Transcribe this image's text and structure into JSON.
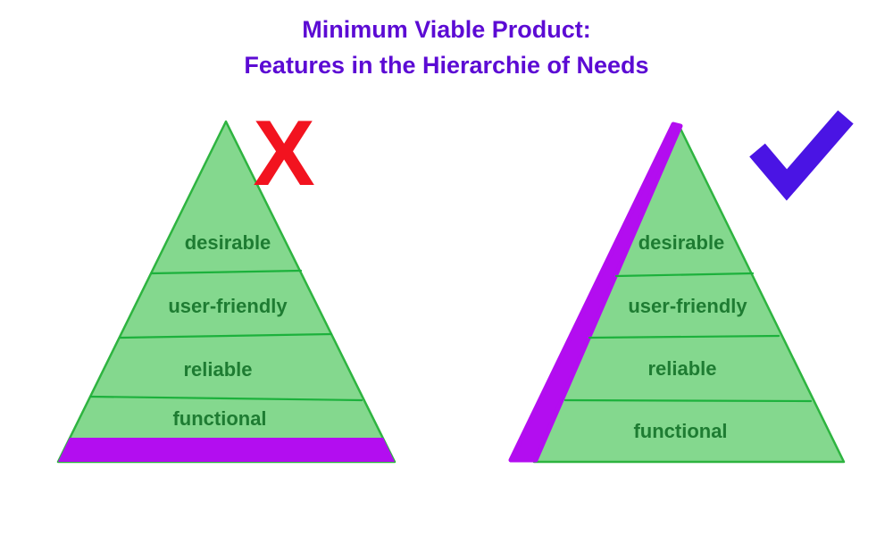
{
  "title": {
    "line1": "Minimum Viable Product:",
    "line2": "Features in the Hierarchie of Needs"
  },
  "colors": {
    "background": "#ffffff",
    "title_text": "#5c0bd4",
    "pyramid_fill": "#84d88e",
    "pyramid_border": "#2eb440",
    "divider_line": "#1cb13c",
    "layer_label_text": "#1e7c32",
    "mvp_stripe": "#b30df0",
    "cross": "#f2131f",
    "check": "#4a14e4"
  },
  "icons": {
    "cross_glyph": "X"
  },
  "pyramids": {
    "wrong": {
      "verdict_icon": "cross-icon",
      "layers": [
        "desirable",
        "user-friendly",
        "reliable",
        "functional"
      ],
      "mvp_stripe_position": "horizontal-bottom-slice"
    },
    "approved": {
      "verdict_icon": "check-icon",
      "layers": [
        "desirable",
        "user-friendly",
        "reliable",
        "functional"
      ],
      "mvp_stripe_position": "vertical-left-edge-slice"
    }
  }
}
